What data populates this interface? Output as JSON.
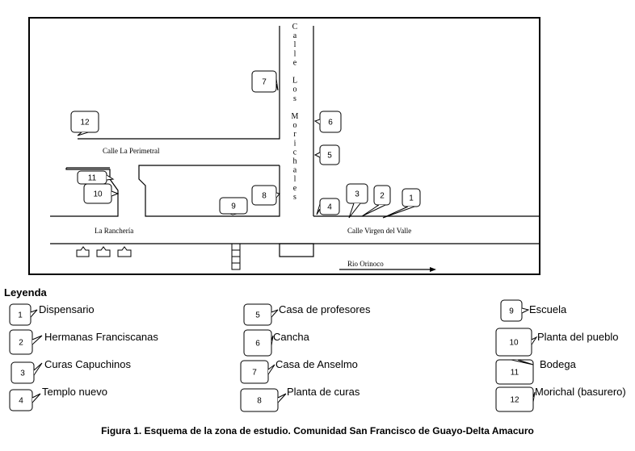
{
  "map": {
    "streets": [
      {
        "id": "los-moriches",
        "label": "Calle Los Morichales"
      },
      {
        "id": "perimetral",
        "label": "Calle La Perimetral"
      },
      {
        "id": "rancheria",
        "label": "La Ranchería"
      },
      {
        "id": "virgen",
        "label": "Calle Virgen del Valle"
      }
    ],
    "river_label": "Rio Orinoco",
    "markers": [
      "1",
      "2",
      "3",
      "4",
      "5",
      "6",
      "7",
      "8",
      "9",
      "10",
      "11",
      "12"
    ]
  },
  "legend": {
    "title": "Leyenda",
    "items": [
      {
        "num": "1",
        "label": "Dispensario"
      },
      {
        "num": "2",
        "label": "Hermanas Franciscanas"
      },
      {
        "num": "3",
        "label": "Curas Capuchinos"
      },
      {
        "num": "4",
        "label": "Templo nuevo"
      },
      {
        "num": "5",
        "label": "Casa de profesores"
      },
      {
        "num": "6",
        "label": "Cancha"
      },
      {
        "num": "7",
        "label": "Casa de Anselmo"
      },
      {
        "num": "8",
        "label": "Planta de curas"
      },
      {
        "num": "9",
        "label": "Escuela"
      },
      {
        "num": "10",
        "label": "Planta del pueblo"
      },
      {
        "num": "11",
        "label": "Bodega"
      },
      {
        "num": "12",
        "label": "Morichal (basurero)"
      }
    ]
  },
  "caption": "Figura 1. Esquema de la zona de estudio.  Comunidad San Francisco de Guayo-Delta Amacuro"
}
